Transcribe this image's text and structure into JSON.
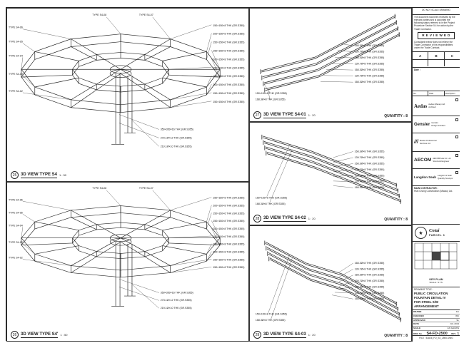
{
  "views": {
    "left_shared": {
      "right_callouts": [
        "150×150×8 THK (GR.S355)",
        "200×150×8 THK (GR.S355)",
        "150×150×6 THK (GR.S355)",
        "150×150×8 THK (GR.S355)",
        "200×150×8 THK (GR.S355)",
        "150×100×6 THK (GR.S355)",
        "150×150×8 THK (GR.S355)",
        "200×150×8 THK (GR.S355)",
        "150×150×6 THK (GR.S355)",
        "150×150×8 THK (GR.S355)"
      ],
      "left_labels": [
        "TYPE S4-06",
        "TYPE S4-05",
        "TYPE S4-04",
        "TYPE S4-03",
        "TYPE S4-02"
      ],
      "top_labels": [
        "TYPE S4-08",
        "TYPE S4-07"
      ],
      "bottom_callouts": [
        "350×350×16 THK (GR.S355)",
        "273.1Ø×12 THK (GR.S355)",
        "219.1Ø×10 THK (GR.S355)"
      ]
    },
    "left_top": {
      "num": "25",
      "title": "3D VIEW TYPE S4",
      "scale": "1 : 50"
    },
    "left_bottom": {
      "num": "26",
      "title": "3D VIEW TYPE S4'",
      "scale": "1 : 50"
    },
    "mid_top": {
      "num": "27",
      "title": "3D VIEW TYPE S4-01",
      "scale": "1 : 20",
      "quantity": "QUANTITY : 8",
      "callouts": [
        "168.3Ø×8 THK (GR.S355)",
        "139.7Ø×8 THK (GR.S355)",
        "168.3Ø×8 THK (GR.S355)",
        "139.7Ø×8 THK (GR.S355)",
        "168.3Ø×8 THK (GR.S355)",
        "139.7Ø×8 THK (GR.S355)",
        "168.3Ø×8 THK (GR.S355)"
      ],
      "end_callouts": [
        "150×150×8 THK (GR.S355)",
        "168.3Ø×8 THK (GR.S355)"
      ]
    },
    "mid_mid": {
      "num": "28",
      "title": "3D VIEW TYPE S4-02",
      "scale": "1 : 20",
      "quantity": "QUANTITY : 8",
      "callouts": [
        "168.3Ø×8 THK (GR.S355)",
        "139.7Ø×8 THK (GR.S355)",
        "168.3Ø×8 THK (GR.S355)",
        "139.7Ø×8 THK (GR.S355)",
        "168.3Ø×8 THK (GR.S355)",
        "139.7Ø×8 THK (GR.S355)",
        "168.3Ø×8 THK (GR.S355)"
      ],
      "end_callouts": [
        "150×150×8 THK (GR.S355)",
        "168.3Ø×8 THK (GR.S355)"
      ]
    },
    "mid_bot": {
      "num": "29",
      "title": "3D VIEW TYPE S4-03",
      "scale": "1 : 20",
      "quantity": "QUANTITY : 8",
      "callouts": [
        "168.3Ø×8 THK (GR.S355)",
        "139.7Ø×8 THK (GR.S355)",
        "168.3Ø×8 THK (GR.S355)",
        "139.7Ø×8 THK (GR.S355)",
        "168.3Ø×8 THK (GR.S355)",
        "139.7Ø×8 THK (GR.S355)",
        "168.3Ø×8 THK (GR.S355)"
      ],
      "end_callouts": [
        "150×150×8 THK (GR.S355)",
        "168.3Ø×8 THK (GR.S355)"
      ]
    }
  },
  "titleblock": {
    "top_note": "DO NOT SCALE DRAWING",
    "review_lines": [
      "The document has been reviewed by the",
      "relevant parties and is accorded the",
      "following status referred to in the Project",
      "Procedure Section 5.4 for action by the",
      "Trade Contractor."
    ],
    "reviewed": "R E V I E W E D",
    "post_lines": [
      "Consultant review does not relieve the",
      "Trade Contractor of his responsibilities",
      "under the Trade Contract."
    ],
    "status_cols": [
      "A",
      "B",
      "C"
    ],
    "date_label": "Date :",
    "rev_cols": [
      "No.",
      "Date",
      "Description"
    ],
    "consultants": [
      {
        "logo": "Aedas",
        "line1": "Aedas (Macau) Ltd.",
        "line2": "Architect"
      },
      {
        "logo": "Gensler",
        "line1": "Gensler",
        "line2": "Design Architect"
      },
      {
        "logo": "///",
        "line1": "Macau Professional",
        "line2": "Services Ltd."
      },
      {
        "logo": "AECOM",
        "line1": "AECOM Asia Co. Ltd.",
        "line2": "Structural Engineer"
      },
      {
        "logo": "Langdon Seah",
        "line1": "Langdon & Seah",
        "line2": "Quantity Surveyor"
      }
    ],
    "contractor_label": "MAIN CONTRACTOR :",
    "contractor_name": "Hsin Chong Construction (Macau) Ltd.",
    "seal_star": "★",
    "seal_line1": "Cotai",
    "seal_line2": "PARCEL 3",
    "keyplan_caption": "KEY PLAN",
    "keyplan_scale": "SCALE : N.T.S.",
    "title_label": "DRAWING TITLE :",
    "title_lines": [
      "PUBLIC CIRCULATION",
      "FOUNTAIN DETAIL IV",
      "FOR STEEL S/W ARRANGEMENT"
    ],
    "meta": [
      [
        "DRAWN",
        "KC"
      ],
      [
        "CHECKED",
        "WK"
      ],
      [
        "APPROVED",
        "SL"
      ],
      [
        "DATE",
        "JUL 2013"
      ],
      [
        "SCALE",
        "AS SHOWN"
      ]
    ],
    "dwg_label": "DWG No.",
    "dwg_no": "S4-FD-2500",
    "rev_label": "REV",
    "rev_value": "1",
    "file_note": "FILE : 51826_FD_S4_2500.DWG"
  }
}
